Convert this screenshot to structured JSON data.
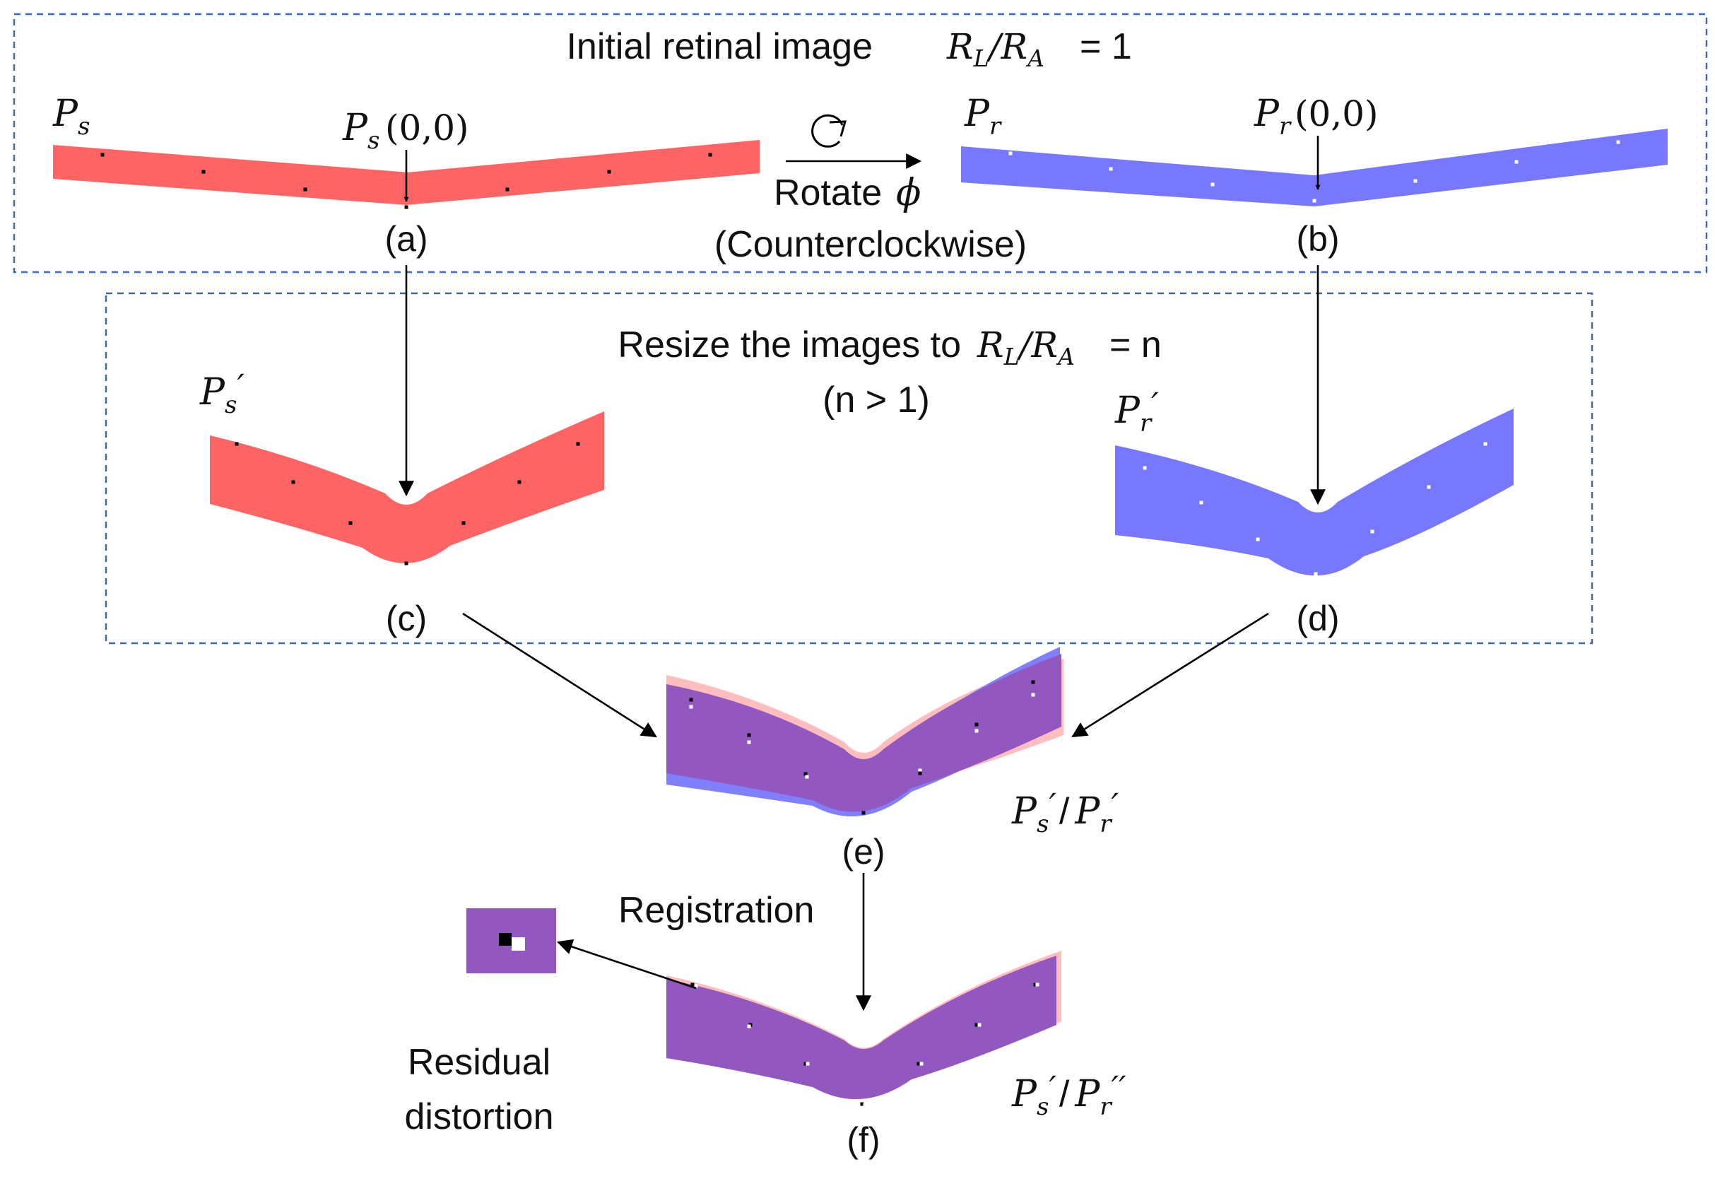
{
  "colors": {
    "source": "#ff6464",
    "reference": "#7777ff",
    "overlay": "#9358bf",
    "source_tint": "#ffbdbd",
    "reference_tint": "#8080ff",
    "box_border": "#3f6aa6"
  },
  "top_box": {
    "title": "Initial retinal image",
    "ratio_expr": "= 1"
  },
  "resize_box": {
    "title": "Resize the images to",
    "ratio_expr": "= n",
    "condition": "(n > 1)"
  },
  "rotation": {
    "label": "Rotate",
    "symbol": "ϕ",
    "direction": "(Counterclockwise)",
    "icon": "rotate-ccw-icon"
  },
  "ratio_symbol": {
    "num": "R",
    "num_sub": "L",
    "den": "R",
    "den_sub": "A"
  },
  "panels": {
    "a": {
      "caption": "(a)",
      "symbol": "P",
      "sub": "s",
      "origin_label": "(0,0)"
    },
    "b": {
      "caption": "(b)",
      "symbol": "P",
      "sub": "r",
      "origin_label": "(0,0)"
    },
    "c": {
      "caption": "(c)",
      "symbol": "P",
      "sub": "s",
      "prime": "′"
    },
    "d": {
      "caption": "(d)",
      "symbol": "P",
      "sub": "r",
      "prime": "′"
    },
    "e": {
      "caption": "(e)",
      "label_s": "P",
      "sub_s": "s",
      "prime_s": "′",
      "sep": "/",
      "label_r": "P",
      "sub_r": "r",
      "prime_r": "′"
    },
    "f": {
      "caption": "(f)",
      "label_s": "P",
      "sub_s": "s",
      "prime_s": "′",
      "sep": "/",
      "label_r": "P",
      "sub_r": "r",
      "prime_r": "′′"
    }
  },
  "registration": {
    "label": "Registration"
  },
  "residual": {
    "line1": "Residual",
    "line2": "distortion"
  }
}
